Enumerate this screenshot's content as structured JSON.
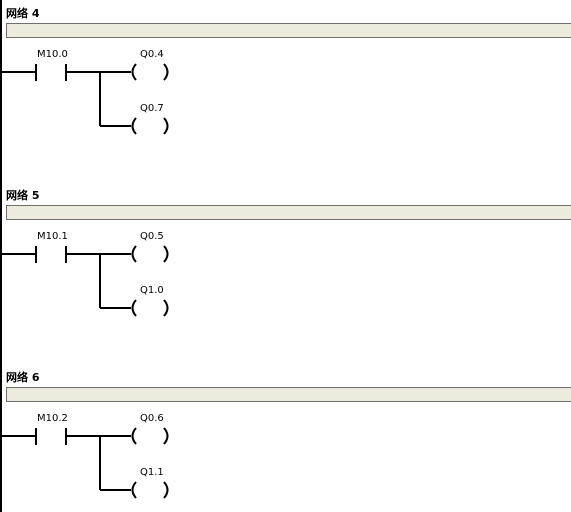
{
  "networks": [
    {
      "title": "网络 4",
      "contact": "M10.0",
      "coils": [
        "Q0.4",
        "Q0.7"
      ]
    },
    {
      "title": "网络 5",
      "contact": "M10.1",
      "coils": [
        "Q0.5",
        "Q1.0"
      ]
    },
    {
      "title": "网络 6",
      "contact": "M10.2",
      "coils": [
        "Q0.6",
        "Q1.1"
      ]
    }
  ]
}
